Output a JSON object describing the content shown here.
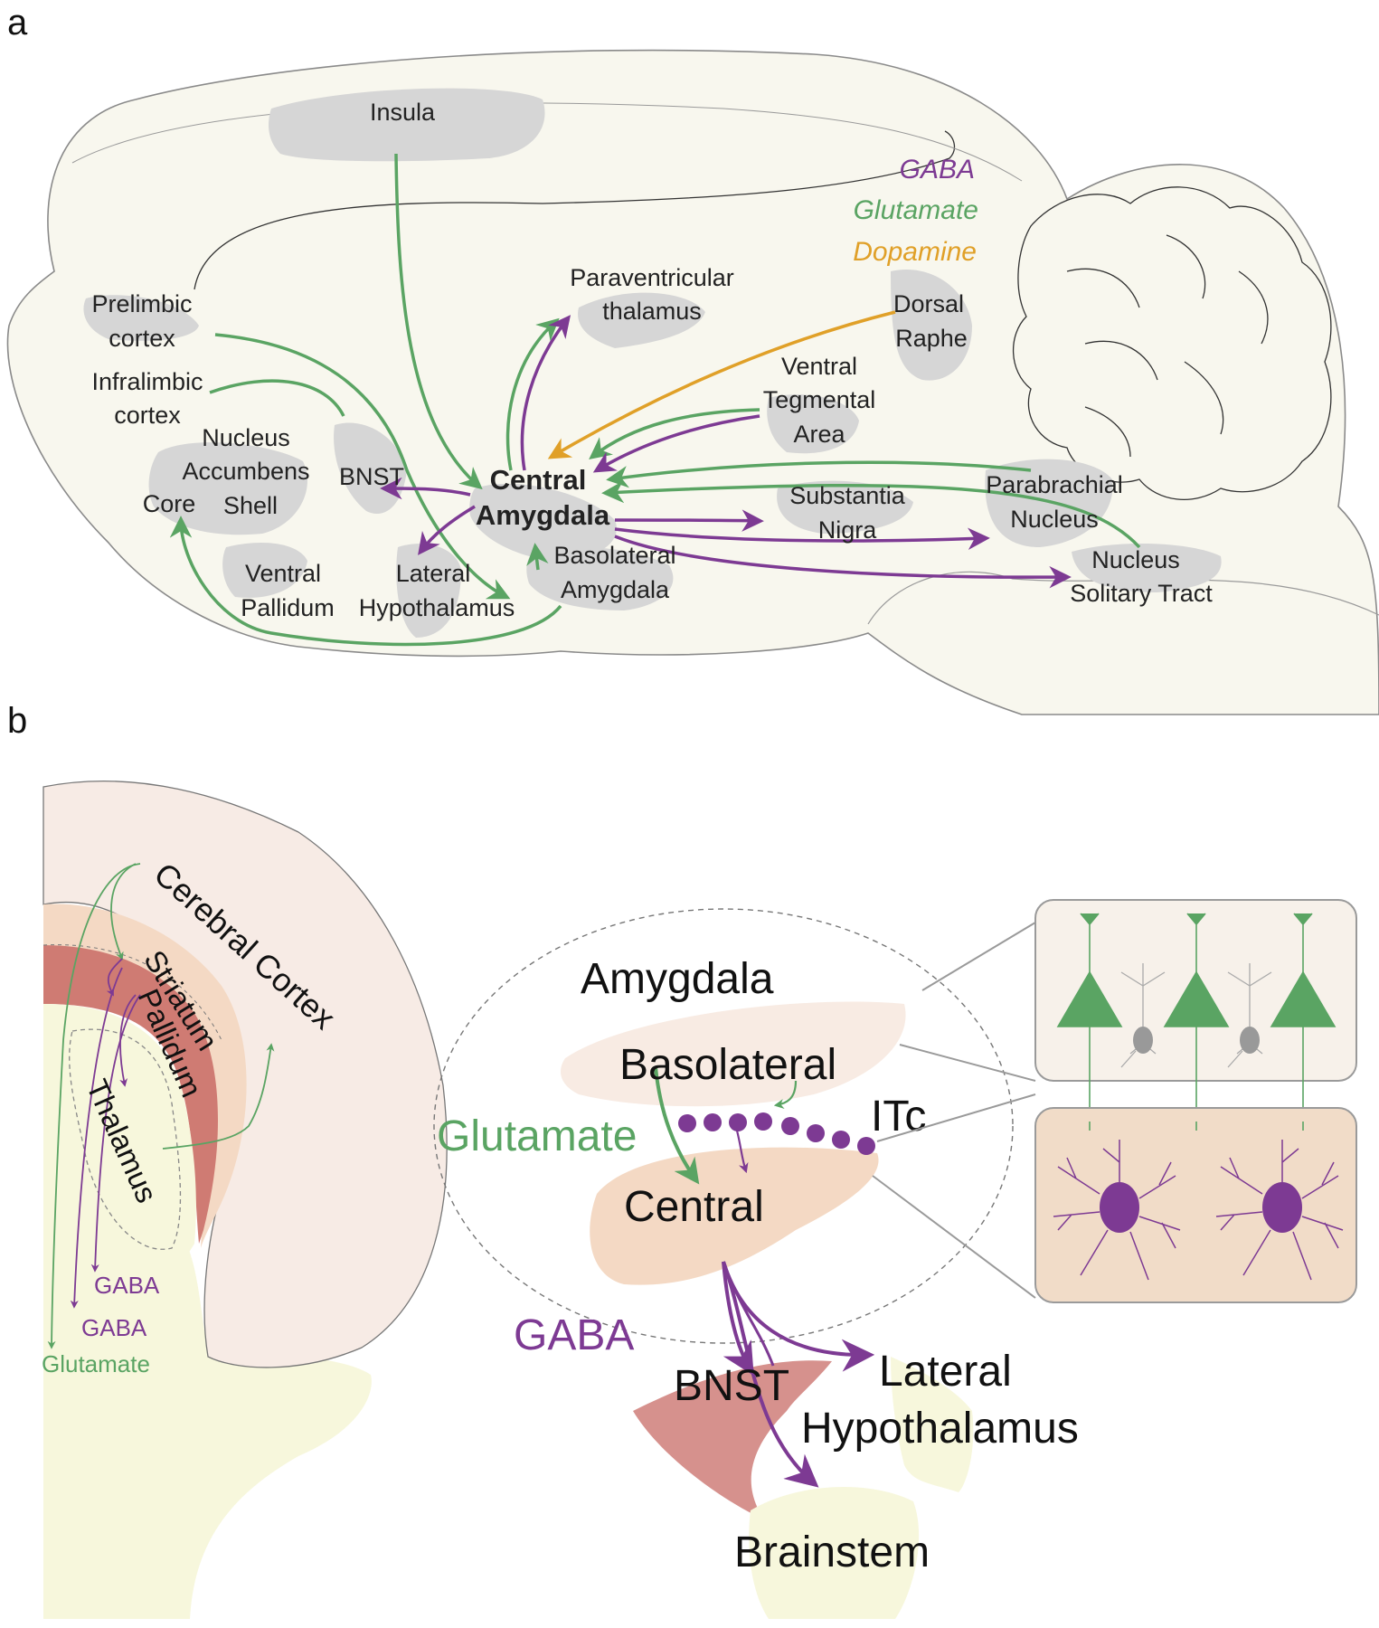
{
  "panel_a": {
    "letter": "a",
    "legend": {
      "gaba": "GABA",
      "glutamate": "Glutamate",
      "dopamine": "Dopamine"
    },
    "regions": {
      "insula": "Insula",
      "prelimbic_1": "Prelimbic",
      "prelimbic_2": "cortex",
      "infralimbic_1": "Infralimbic",
      "infralimbic_2": "cortex",
      "nucleus": "Nucleus",
      "accumbens": "Accumbens",
      "core": "Core",
      "shell": "Shell",
      "bnst": "BNST",
      "central_1": "Central",
      "central_2": "Amygdala",
      "pvt_1": "Paraventricular",
      "pvt_2": "thalamus",
      "dorsal": "Dorsal",
      "raphe": "Raphe",
      "vta_1": "Ventral",
      "vta_2": "Tegmental",
      "vta_3": "Area",
      "sn_1": "Substantia",
      "sn_2": "Nigra",
      "pb_1": "Parabrachial",
      "pb_2": "Nucleus",
      "nts_1": "Nucleus",
      "nts_2": "Solitary Tract",
      "bla_1": "Basolateral",
      "bla_2": "Amygdala",
      "vp_1": "Ventral",
      "vp_2": "Pallidum",
      "lh_1": "Lateral",
      "lh_2": "Hypothalamus"
    }
  },
  "panel_b": {
    "letter": "b",
    "coronal": {
      "cortex": "Cerebral Cortex",
      "striatum": "Striatum",
      "pallidum": "Pallidum",
      "thalamus": "Thalamus",
      "gaba_1": "GABA",
      "gaba_2": "GABA",
      "glutamate": "Glutamate"
    },
    "amygdala": {
      "title": "Amygdala",
      "basolateral": "Basolateral",
      "itc": "ITc",
      "glutamate": "Glutamate",
      "central": "Central",
      "gaba": "GABA",
      "bnst": "BNST",
      "lh_1": "Lateral",
      "lh_2": "Hypothalamus",
      "brainstem": "Brainstem"
    }
  },
  "colors": {
    "gaba": "#7d3a93",
    "glutamate": "#5aa463",
    "dopamine": "#e0a028",
    "region_gray": "#d9d9d9",
    "brain_fill": "#f8f7ee"
  }
}
